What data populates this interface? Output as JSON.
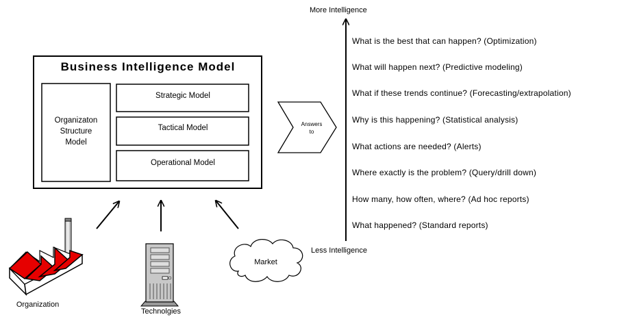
{
  "bi_model": {
    "title": "Business Intelligence Model",
    "org_structure_lines": [
      "Organizaton",
      "Structure",
      "Model"
    ],
    "models": [
      "Strategic Model",
      "Tactical Model",
      "Operational Model"
    ]
  },
  "answers_to": {
    "line1": "Answers",
    "line2": "to"
  },
  "axis": {
    "top_label": "More Intelligence",
    "bottom_label": "Less Intelligence"
  },
  "questions": [
    "What is the best that can happen? (Optimization)",
    "What will happen next? (Predictive modeling)",
    "What if these trends continue? (Forecasting/extrapolation)",
    "Why is this happening? (Statistical analysis)",
    "What actions are needed? (Alerts)",
    "Where exactly is the problem? (Query/drill down)",
    "How many, how often, where? (Ad hoc reports)",
    "What happened? (Standard reports)"
  ],
  "inputs": {
    "organization": "Organization",
    "technologies": "Technolgies",
    "market": "Market"
  },
  "colors": {
    "factory_roof": "#e60000",
    "outline": "#000000",
    "server_body": "#c8c8c8"
  },
  "icons": [
    "factory-icon",
    "server-icon",
    "cloud-icon"
  ]
}
